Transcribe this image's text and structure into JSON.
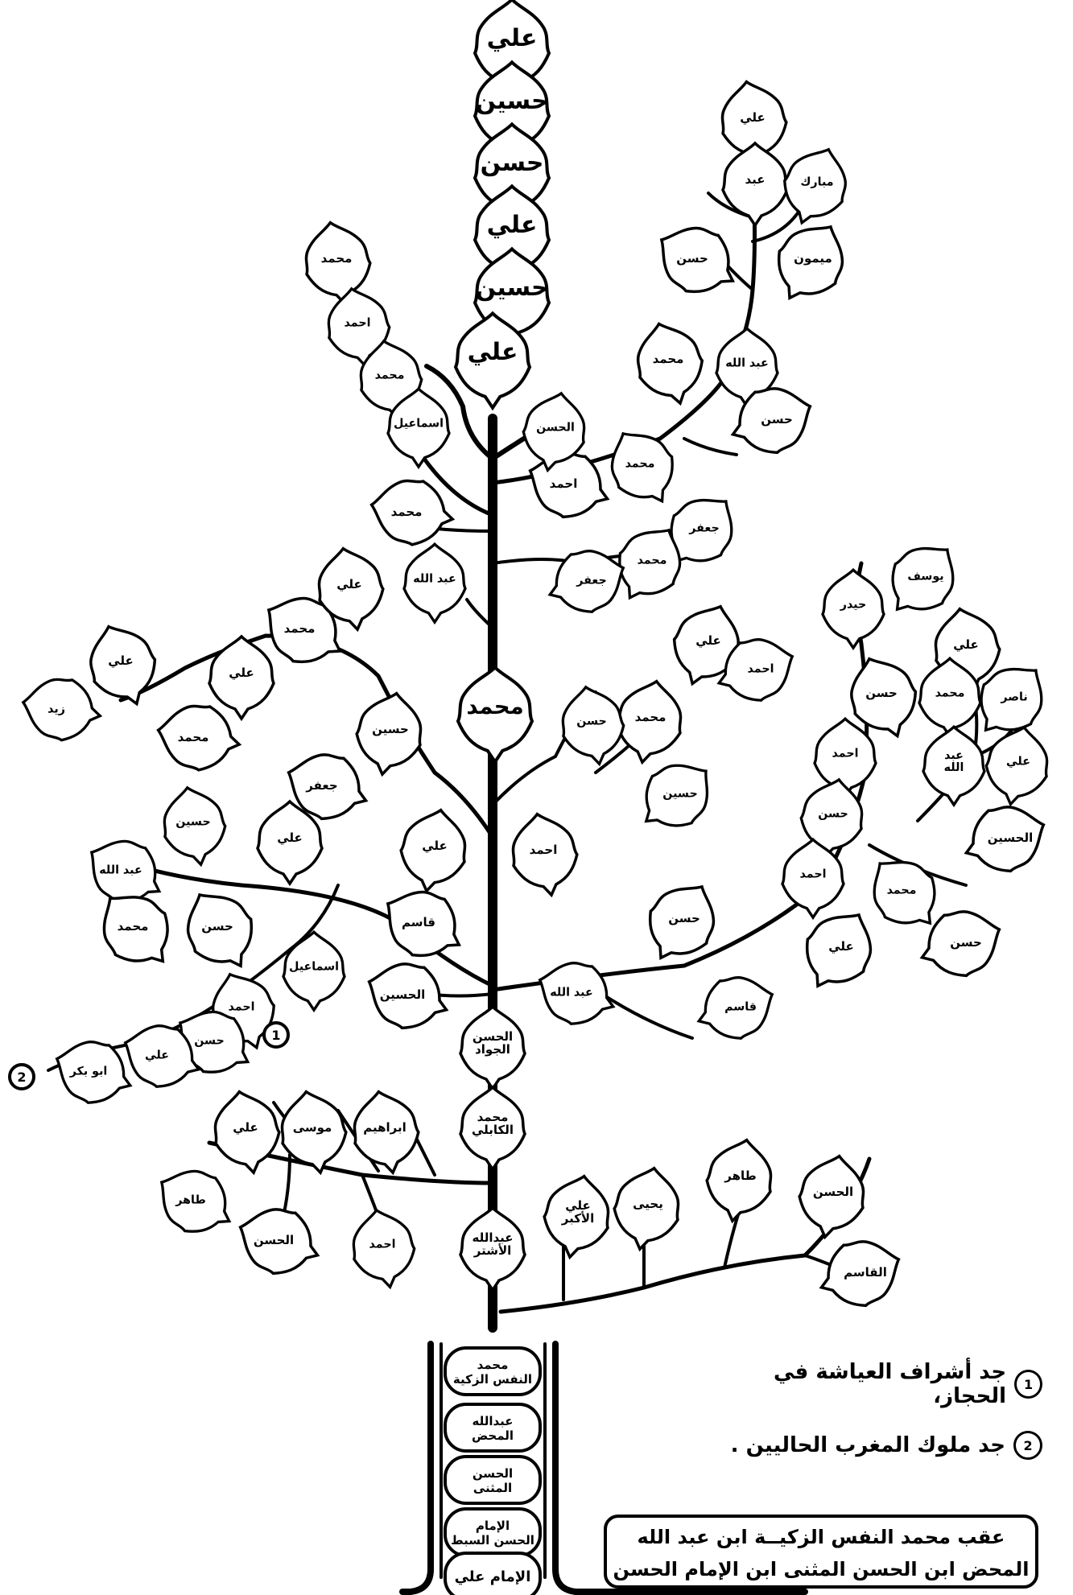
{
  "trunk_top": [
    "علي",
    "حسين",
    "حسن",
    "علي",
    "حسين",
    "علي"
  ],
  "trunk_base": [
    "محمد النفس الزكية",
    "عبدالله المحض",
    "الحسن المثنى",
    "الإمام الحسن السبط",
    "الإمام علي"
  ],
  "trunk_mid": [
    "محمد",
    "الحسن الجواد",
    "محمد الكابلي",
    "عبدالله الأشتر"
  ],
  "names": {
    "right_upper": [
      "علي",
      "عبد",
      "مبارك",
      "حسن",
      "ميمون",
      "عبد الله",
      "محمد",
      "حسن",
      "محمد",
      "احمد",
      "الحسن"
    ],
    "left_upper": [
      "محمد",
      "احمد",
      "محمد",
      "اسماعيل",
      "محمد",
      "عبد الله"
    ],
    "jaafar": [
      "جعفر",
      "محمد",
      "جعفر"
    ],
    "left_mid": [
      "علي",
      "زيد",
      "محمد",
      "علي",
      "محمد",
      "علي",
      "حسين",
      "جعفر",
      "علي"
    ],
    "right_mid": [
      "علي",
      "احمد",
      "محمد",
      "حسن",
      "حسين",
      "احمد"
    ],
    "far_right": [
      "يوسف",
      "حيدر",
      "حسن",
      "احمد",
      "حسن",
      "احمد",
      "محمد",
      "حسن",
      "علي",
      "علي",
      "محمد",
      "ناصر",
      "عبد الله",
      "علي",
      "الحسين"
    ],
    "lower_left": [
      "حسين",
      "عبد الله",
      "علي",
      "حسن",
      "محمد",
      "قاسم",
      "اسماعيل",
      "احمد",
      "حسن",
      "علي",
      "ابو بكر",
      "الحسين"
    ],
    "lower_right": [
      "حسن",
      "عبد الله",
      "قاسم"
    ],
    "bottom_left": [
      "علي",
      "موسى",
      "ابراهيم",
      "طاهر",
      "الحسن",
      "احمد"
    ],
    "bottom_right": [
      "علي الأكبر",
      "يحيى",
      "طاهر",
      "الحسن",
      "القاسم"
    ]
  },
  "markers": [
    "1",
    "2"
  ],
  "notes": [
    "جد أشراف العياشة في الحجاز،",
    "جد ملوك المغرب الحاليين ."
  ],
  "note_numbers": [
    "1",
    "2"
  ],
  "summary_line1": "عقب محمد النفس الزكيــة ابن عبد الله",
  "summary_line2": "المحض ابن الحسن المثنى ابن الإمام الحسن"
}
